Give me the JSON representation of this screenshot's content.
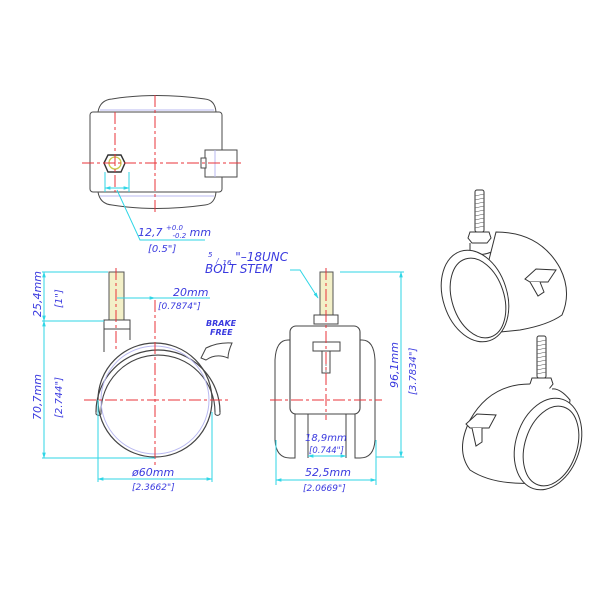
{
  "colors": {
    "outline": "#4a4a4a",
    "centerline": "#e8333a",
    "dimension_line": "#2fd6e6",
    "dimension_text": "#3a3adf",
    "stem_fill": "#f3f0c8",
    "inner_outline": "#b8b8f0"
  },
  "top_view": {
    "hole_dim": "12,7",
    "hole_tol_plus": "+0.0",
    "hole_tol_minus": "-0.2",
    "hole_unit": "mm",
    "hole_dim_in": "[0.5\"]"
  },
  "side_view": {
    "stem_height": "25,4mm",
    "stem_height_in": "[1\"]",
    "body_height": "70,7mm",
    "body_height_in": "[2.744\"]",
    "offset": "20mm",
    "offset_in": "[0.7874\"]",
    "brake_label_1": "BRAKE",
    "brake_label_2": "FREE",
    "wheel_dia": "ø60mm",
    "wheel_dia_in": "[2.3662\"]"
  },
  "front_view": {
    "stem_label_frac_num": "5",
    "stem_label_frac_den": "16",
    "stem_label_rest": "\"–18UNC",
    "stem_label_2": "BOLT  STEM",
    "total_height": "96,1mm",
    "total_height_in": "[3.7834\"]",
    "inner_width": "18,9mm",
    "inner_width_in": "[0.744\"]",
    "overall_width": "52,5mm",
    "overall_width_in": "[2.0669\"]"
  }
}
